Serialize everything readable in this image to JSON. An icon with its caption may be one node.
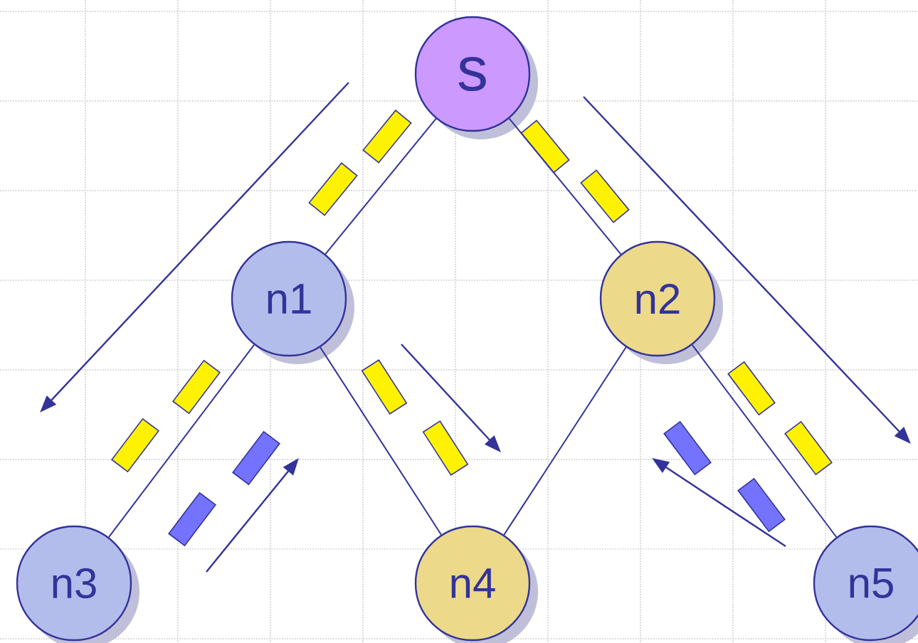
{
  "diagram": {
    "nodes": [
      {
        "text": [
          "s"
        ]
      },
      {
        "text": [
          "n1"
        ]
      },
      {
        "text": [
          "n2"
        ]
      },
      {
        "text": [
          "n3"
        ]
      },
      {
        "text": [
          "n4"
        ]
      },
      {
        "text": [
          "n5"
        ]
      }
    ],
    "edges": [
      {
        "from": 0,
        "to": 1,
        "arrow": "none"
      },
      {
        "from": 0,
        "to": 2,
        "arrow": "none"
      },
      {
        "from": 1,
        "to": 3,
        "arrow": "none"
      },
      {
        "from": 1,
        "to": 4,
        "arrow": "none"
      },
      {
        "from": 2,
        "to": 4,
        "arrow": "none"
      },
      {
        "from": 2,
        "to": 5,
        "arrow": "none"
      }
    ]
  }
}
